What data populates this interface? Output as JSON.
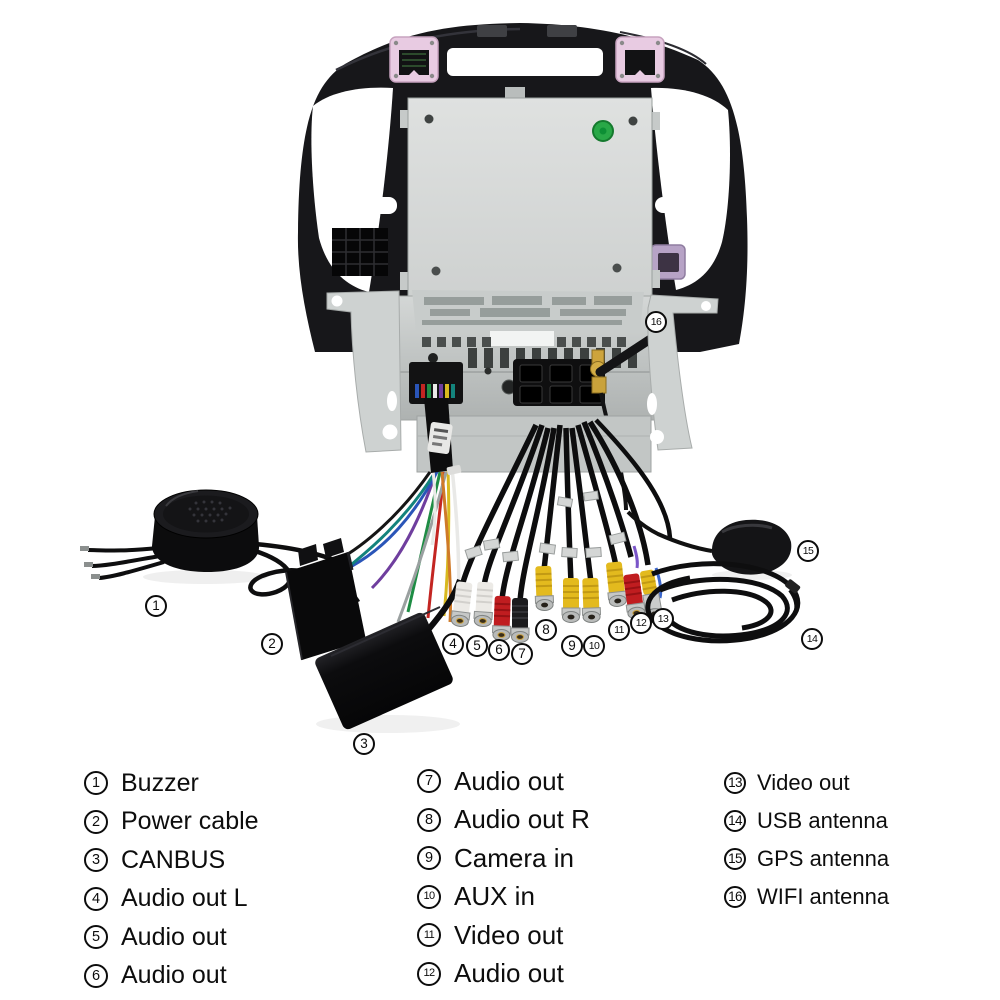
{
  "figure": {
    "type": "annotated-product-photo",
    "subject_colors": {
      "dash_frame": "#17171a",
      "metal_panel": "#d6d9d8",
      "chassis_silver": "#c3c7c6",
      "pink_connector": "#e8cbe2",
      "green_sticker": "#29a847",
      "gold_sma": "#cda43d",
      "rca_white": "#eceae6",
      "rca_red": "#c01d20",
      "rca_yellow": "#e3ba1e",
      "rca_black": "#1c1c1e"
    }
  },
  "legend": {
    "items": [
      {
        "num": "1",
        "label": "Buzzer"
      },
      {
        "num": "2",
        "label": "Power cable"
      },
      {
        "num": "3",
        "label": "CANBUS"
      },
      {
        "num": "4",
        "label": "Audio out L"
      },
      {
        "num": "5",
        "label": "Audio out"
      },
      {
        "num": "6",
        "label": "Audio out"
      },
      {
        "num": "7",
        "label": "Audio out"
      },
      {
        "num": "8",
        "label": "Audio out R"
      },
      {
        "num": "9",
        "label": "Camera in"
      },
      {
        "num": "10",
        "label": "AUX in"
      },
      {
        "num": "11",
        "label": "Video out"
      },
      {
        "num": "12",
        "label": "Audio out"
      },
      {
        "num": "13",
        "label": "Video out"
      },
      {
        "num": "14",
        "label": "USB antenna"
      },
      {
        "num": "15",
        "label": "GPS antenna"
      },
      {
        "num": "16",
        "label": "WIFI antenna"
      }
    ]
  }
}
